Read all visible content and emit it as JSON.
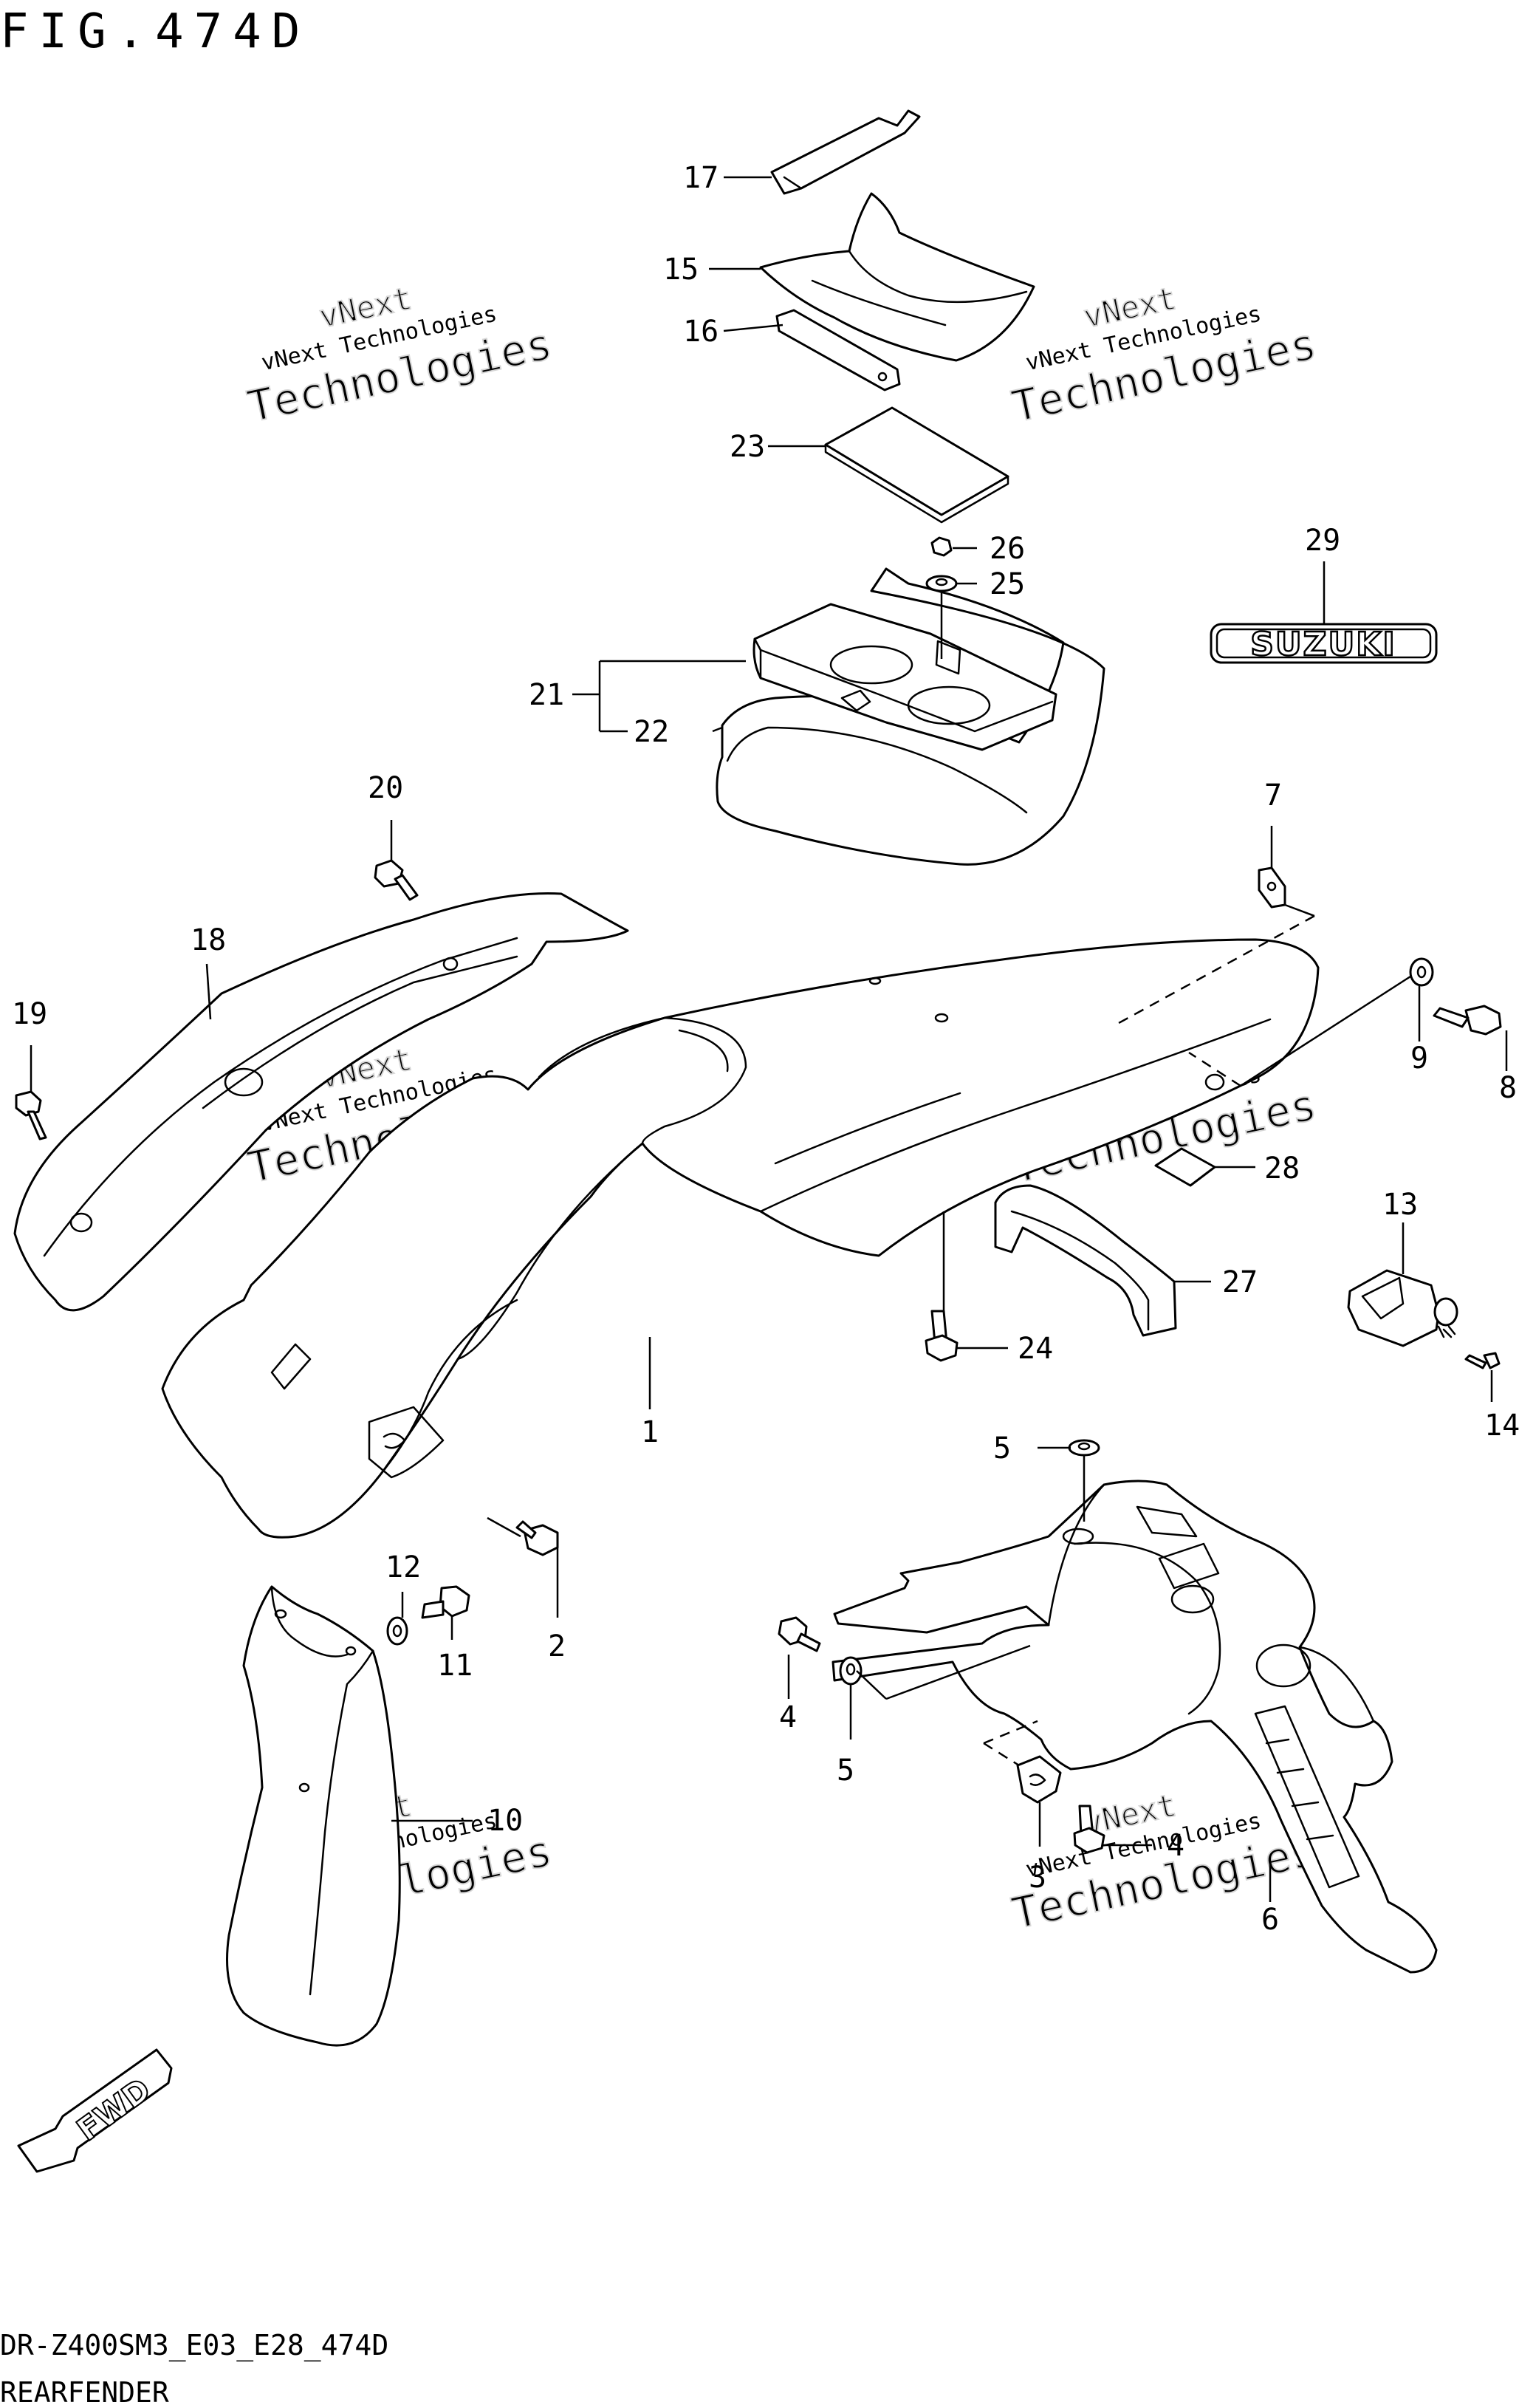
{
  "figure": {
    "title": "FIG.474D"
  },
  "footer": {
    "model_code": "DR-Z400SM3_E03_E28_474D",
    "section_name": "REARFENDER"
  },
  "watermark": {
    "line_top": "vNext",
    "line_mid": "vNext Technologies",
    "line_bottom": "Technologies"
  },
  "brand_badge": {
    "text": "SUZUKI"
  },
  "fwd_arrow": {
    "text": "FWD"
  },
  "callouts": [
    {
      "id": "c17",
      "label": "17"
    },
    {
      "id": "c15",
      "label": "15"
    },
    {
      "id": "c16",
      "label": "16"
    },
    {
      "id": "c23",
      "label": "23"
    },
    {
      "id": "c26",
      "label": "26"
    },
    {
      "id": "c25",
      "label": "25"
    },
    {
      "id": "c29",
      "label": "29"
    },
    {
      "id": "c21",
      "label": "21"
    },
    {
      "id": "c22",
      "label": "22"
    },
    {
      "id": "c20",
      "label": "20"
    },
    {
      "id": "c7",
      "label": "7"
    },
    {
      "id": "c18",
      "label": "18"
    },
    {
      "id": "c19",
      "label": "19"
    },
    {
      "id": "c9",
      "label": "9"
    },
    {
      "id": "c8",
      "label": "8"
    },
    {
      "id": "c28",
      "label": "28"
    },
    {
      "id": "c13",
      "label": "13"
    },
    {
      "id": "c27",
      "label": "27"
    },
    {
      "id": "c24",
      "label": "24"
    },
    {
      "id": "c14",
      "label": "14"
    },
    {
      "id": "c1",
      "label": "1"
    },
    {
      "id": "c5a",
      "label": "5"
    },
    {
      "id": "c12",
      "label": "12"
    },
    {
      "id": "c2",
      "label": "2"
    },
    {
      "id": "c11",
      "label": "11"
    },
    {
      "id": "c4a",
      "label": "4"
    },
    {
      "id": "c5b",
      "label": "5"
    },
    {
      "id": "c10",
      "label": "10"
    },
    {
      "id": "c4b",
      "label": "4"
    },
    {
      "id": "c3",
      "label": "3"
    },
    {
      "id": "c6",
      "label": "6"
    }
  ]
}
